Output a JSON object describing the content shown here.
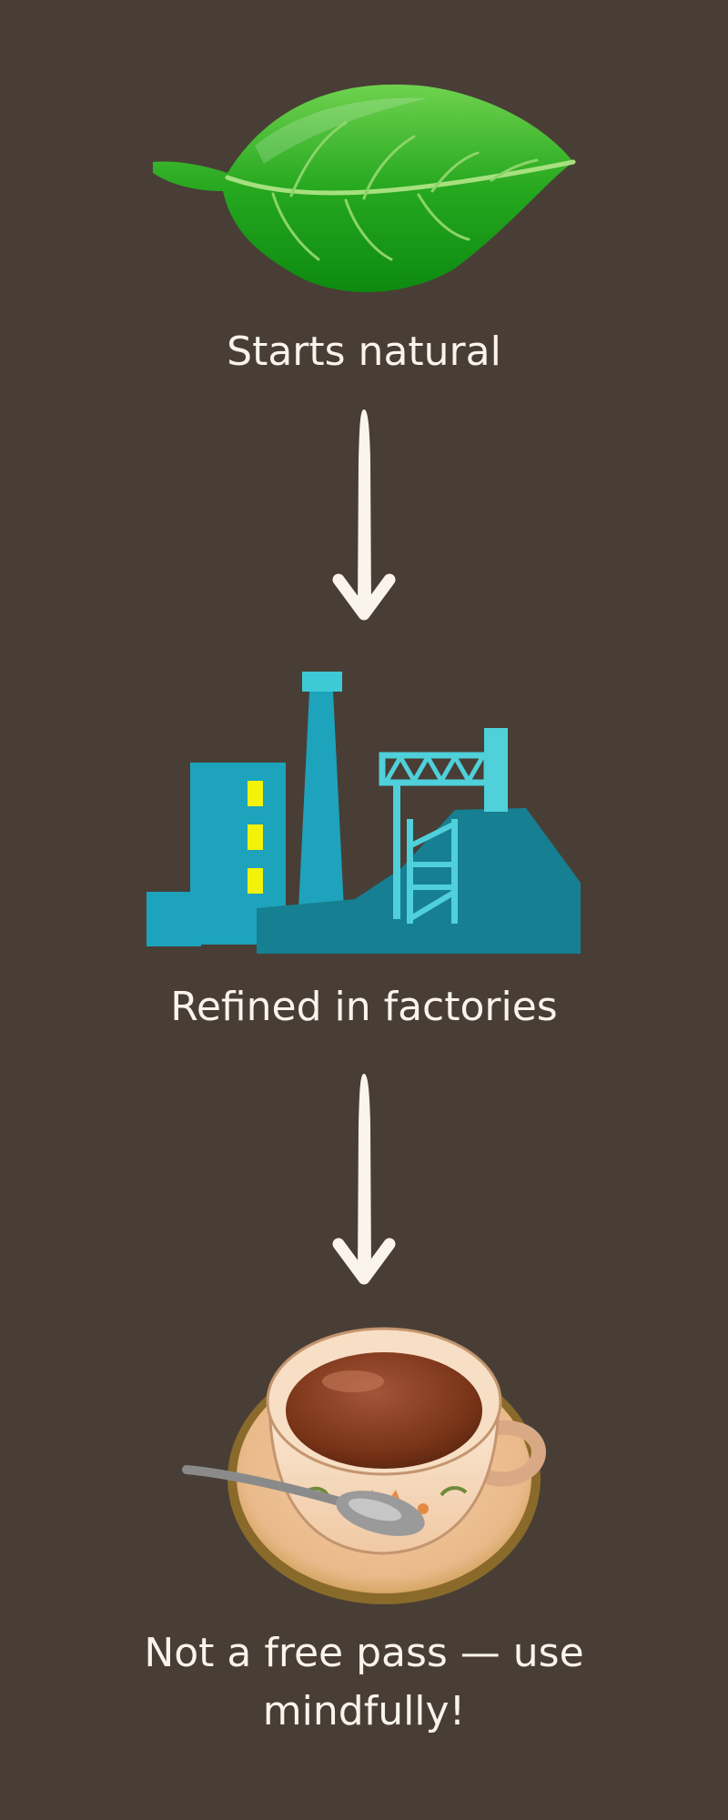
{
  "steps": [
    {
      "icon": "leaf-icon",
      "caption": "Starts natural"
    },
    {
      "icon": "factory-icon",
      "caption": "Refined in factories"
    },
    {
      "icon": "tea-cup-icon",
      "caption": "Not a free pass — use mindfully!"
    }
  ],
  "arrows": [
    "down-arrow-icon",
    "down-arrow-icon"
  ],
  "colors": {
    "background": "#483e36",
    "text": "#faf4ec",
    "leaf": "#1fa01f",
    "factory": "#1ea3bd",
    "factory_dark": "#177f92",
    "window": "#f2f20a",
    "tea": "#8a3c1e"
  }
}
